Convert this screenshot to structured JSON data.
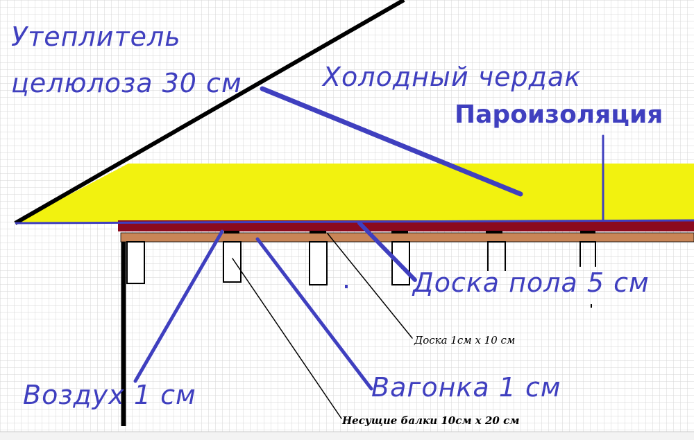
{
  "labels": {
    "insulation_line1": "Утеплитель",
    "insulation_line2": "целюлоза 30 см",
    "cold_attic": "Холодный чердак",
    "vapor_barrier": "Пароизоляция",
    "floor_board": "Доска пола 5 см",
    "board_1x10": "Доска 1см х 10 см",
    "air_gap": "Воздух 1 см",
    "lining": "Вагонка 1 см",
    "beams": "Несущие балки 10см х 20 см"
  },
  "colors": {
    "grid": "#d6d6d6",
    "insulation": "#f2f20f",
    "vapor_barrier": "#8b0a1e",
    "floor_board": "#c98556",
    "pointer": "#3f3fbf",
    "structure": "#000000"
  }
}
